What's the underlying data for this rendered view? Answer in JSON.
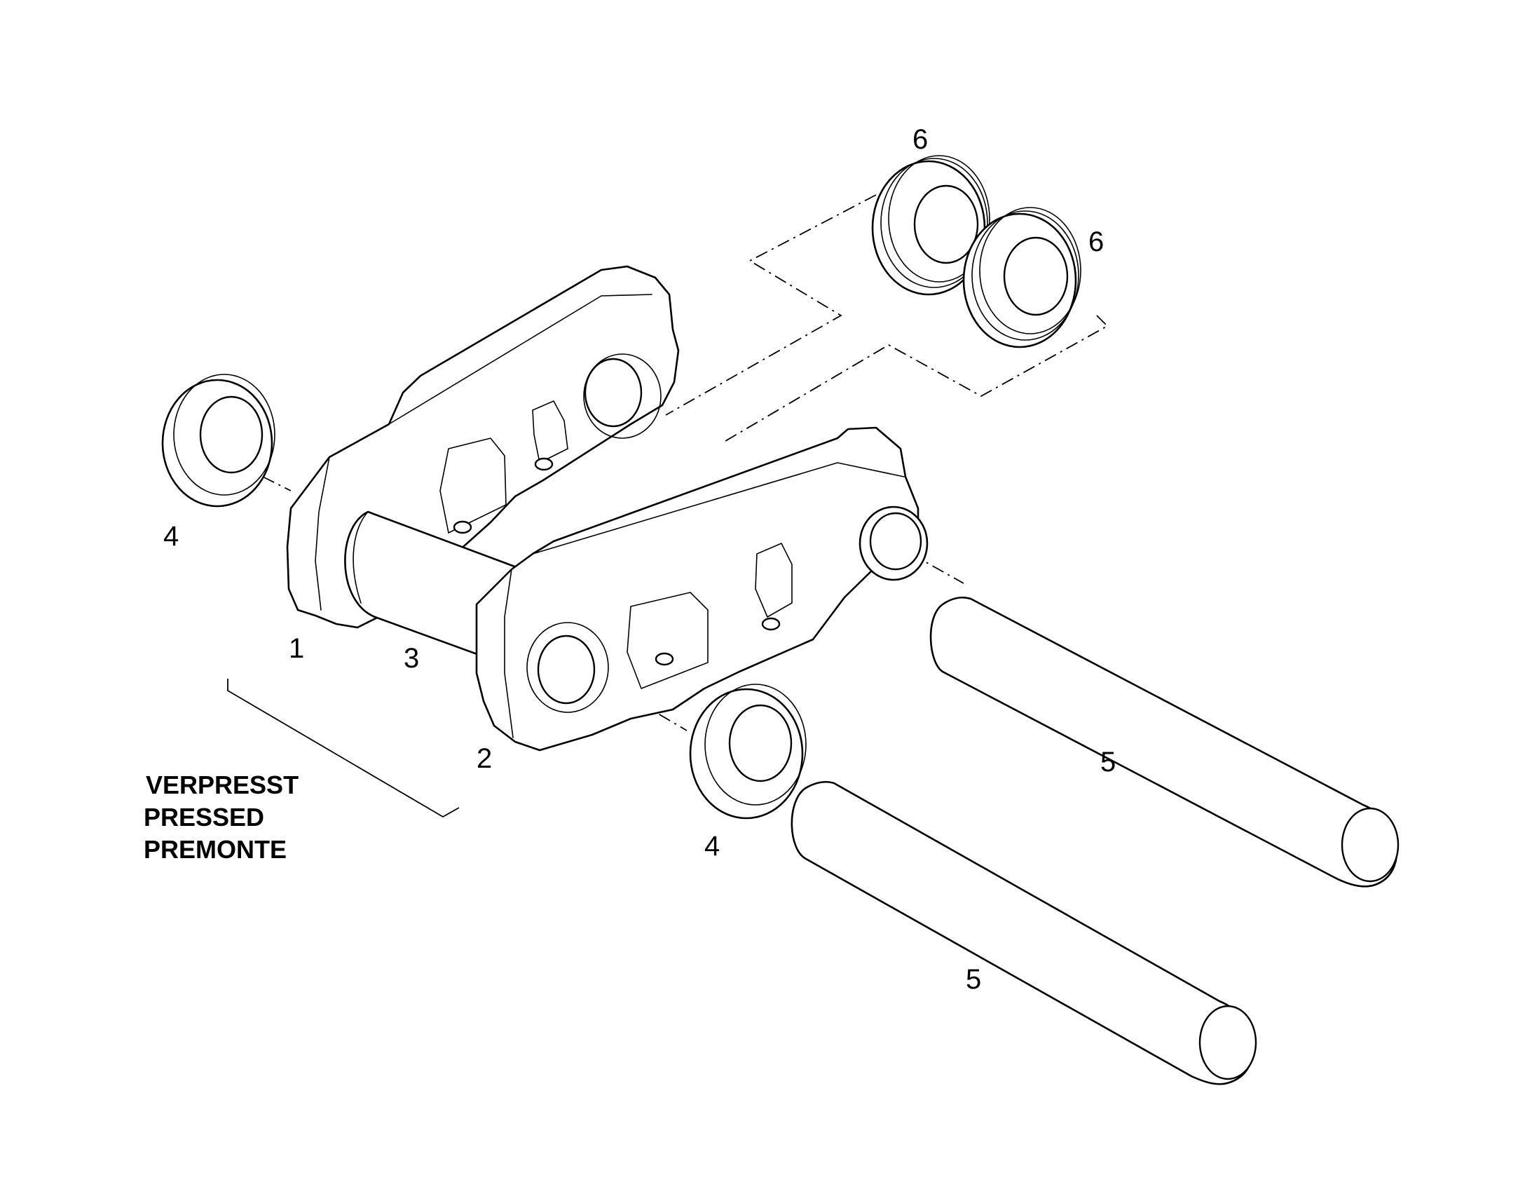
{
  "labels": {
    "part_1": "1",
    "part_2": "2",
    "part_3": "3",
    "part_4_left": "4",
    "part_4_bottom": "4",
    "part_5_upper": "5",
    "part_5_lower": "5",
    "part_6_upper": "6",
    "part_6_lower": "6"
  },
  "note": {
    "line1": "VERPRESST",
    "line2": "PRESSED",
    "line3": "PREMONTE"
  }
}
